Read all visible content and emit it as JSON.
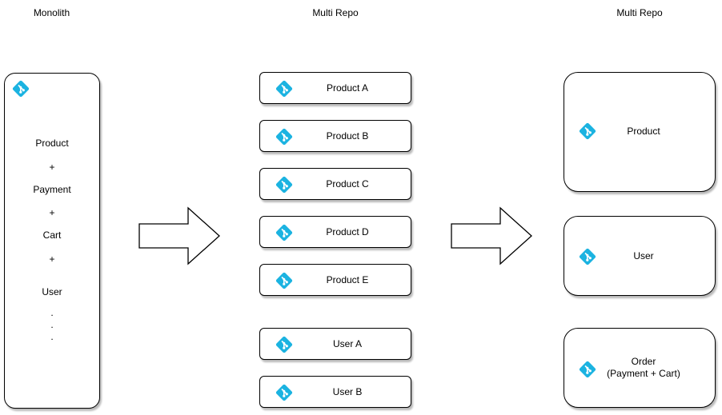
{
  "columns": {
    "left_title": "Monolith",
    "middle_title": "Multi Repo",
    "right_title": "Multi Repo"
  },
  "monolith": {
    "lines": [
      "Product",
      "+",
      "Payment",
      "+",
      "Cart",
      "+",
      "User",
      ".",
      ".",
      "."
    ]
  },
  "middle_repos": [
    "Product A",
    "Product B",
    "Product C",
    "Product D",
    "Product E",
    "User A",
    "User B"
  ],
  "right_repos": {
    "product": "Product",
    "user": "User",
    "order_line1": "Order",
    "order_line2": "(Payment + Cart)"
  },
  "icons": {
    "repo_icon": "git-diamond-icon",
    "arrow": "right-block-arrow-icon"
  },
  "colors": {
    "git_icon": "#1bb3e1",
    "stroke": "#000000",
    "background": "#ffffff"
  }
}
